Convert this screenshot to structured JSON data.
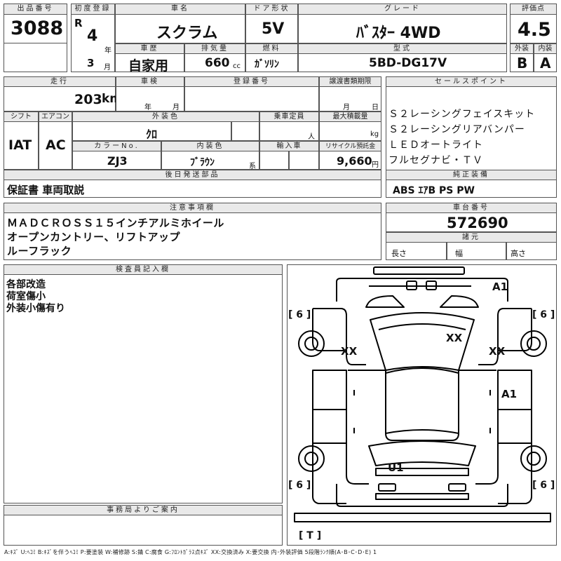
{
  "header": {
    "lot_no_label": "出品番号",
    "lot_no": "3088",
    "first_reg_label": "初度登録",
    "era_mark": "R",
    "reg_year": "4",
    "year_unit": "年",
    "reg_month": "3",
    "month_unit": "月",
    "car_name_label": "車名",
    "car_name": "スクラム",
    "door_label": "ドア形状",
    "door": "5V",
    "grade_label": "グレード",
    "grade": "ﾊﾞｽﾀｰ 4WD",
    "score_label": "評価点",
    "score": "4.5",
    "history_label": "車歴",
    "history": "自家用",
    "displacement_label": "排気量",
    "displacement": "660",
    "displacement_unit": "cc",
    "fuel_label": "燃料",
    "fuel": "ｶﾞｿﾘﾝ",
    "model_label": "型式",
    "model": "5BD-DG17V",
    "exterior_label": "外装",
    "exterior": "B",
    "interior_label": "内装",
    "interior": "A"
  },
  "specs": {
    "mileage_label": "走行",
    "mileage": "203",
    "mileage_unit": "km",
    "inspection_label": "車検",
    "inspection_year_unit": "年",
    "inspection_month_unit": "月",
    "plate_label": "登録番号",
    "transfer_label": "譲渡書類期限",
    "transfer_month_unit": "月",
    "transfer_day_unit": "日",
    "shift_label": "シフト",
    "shift": "IAT",
    "ac_label": "エアコン",
    "ac": "AC",
    "color_label": "外装色",
    "color": "ｸﾛ",
    "capacity_label": "乗車定員",
    "capacity_unit": "人",
    "load_label": "最大積載量",
    "load_unit": "kg",
    "color_no_label": "カラーNo.",
    "color_no": "ZJ3",
    "interior_color_label": "内装色",
    "interior_color": "ﾌﾞﾗｳﾝ",
    "interior_color_suffix": "系",
    "import_label": "輸入車",
    "recycle_label": "リサイクル預託金",
    "recycle": "9,660",
    "recycle_unit": "円",
    "later_parts_label": "後日発送部品",
    "later_parts": "保証書 車両取説"
  },
  "sales_points": {
    "label": "セールスポイント",
    "lines": [
      "Ｓ２レーシングフェイスキット",
      "Ｓ２レーシングリアバンパー",
      "ＬＥＤオートライト",
      "フルセグナビ・ＴＶ"
    ]
  },
  "equipment": {
    "label": "純正装備",
    "value": "ABS ｴｱB PS PW"
  },
  "notes": {
    "label": "注意事項欄",
    "lines": [
      "ＭＡＤＣＲＯＳＳ１５インチアルミホイール",
      "オープンカントリー、リフトアップ",
      "ルーフラック"
    ]
  },
  "chassis": {
    "label": "車台番号",
    "value": "572690",
    "dims_label": "諸元",
    "length_label": "長さ",
    "width_label": "幅",
    "height_label": "高さ"
  },
  "inspector": {
    "label": "検査員記入欄",
    "lines": [
      "各部改造",
      "荷室傷小",
      "外装小傷有り"
    ]
  },
  "office": {
    "label": "事務局よりご案内"
  },
  "diagram": {
    "marks": {
      "a1_top": "A1",
      "xx_left": "XX",
      "xx_center": "XX",
      "xx_right": "XX",
      "a1_right": "A1",
      "u1": "U1",
      "tire_fl": "[ 6 ]",
      "tire_fr": "[ 6 ]",
      "tire_rl": "[ 6 ]",
      "tire_rr": "[ 6 ]",
      "spare": "[ T ]"
    }
  },
  "legend": "A:ｷｽﾞ U:ﾍｺﾐ B:ｷｽﾞを伴うﾍｺﾐ P:要塗装 W:補修跡 S:錆 C:腐食 G:ﾌﾛﾝﾄｶﾞﾗｽ点ｷｽﾞ XX:交換済み X:要交換 内･外装評価 5段階ﾗﾝｸ順(A･B･C･D･E) 1"
}
